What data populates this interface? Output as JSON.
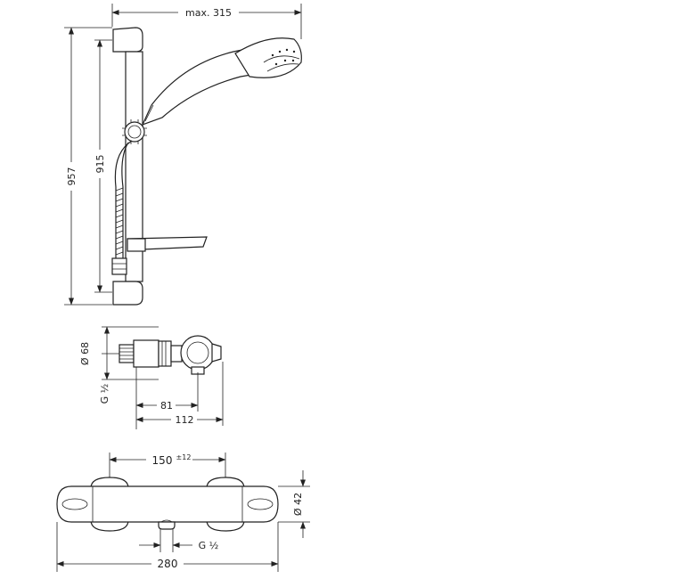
{
  "dimensions": {
    "top_width": "max. 315",
    "total_height": "957",
    "rail_height": "915",
    "diameter_68": "Ø 68",
    "thread_left": "G ½",
    "depth_81": "81",
    "depth_112": "112",
    "spacing": "150",
    "spacing_tolerance": "±12",
    "diameter_42": "Ø 42",
    "thread_bottom": "G ½",
    "total_width": "280"
  }
}
